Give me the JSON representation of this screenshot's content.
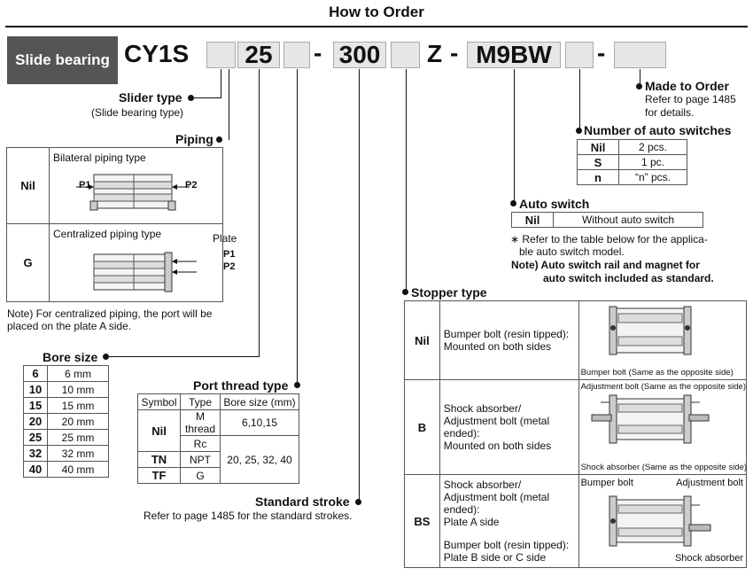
{
  "title": "How to Order",
  "badge": "Slide bearing",
  "code": {
    "series": "CY1S",
    "bore": "25",
    "stroke": "300",
    "z": "Z",
    "switch": "M9BW"
  },
  "slider_type": {
    "label": "Slider type",
    "sub": "(Slide bearing type)"
  },
  "piping": {
    "label": "Piping",
    "rows": [
      {
        "symbol": "Nil",
        "desc": "Bilateral piping type",
        "p1": "P1",
        "p2": "P2"
      },
      {
        "symbol": "G",
        "desc": "Centralized piping type",
        "plate": "Plate",
        "p1": "P1",
        "p2": "P2"
      }
    ],
    "note": "Note) For centralized piping, the port will be placed on the plate A side."
  },
  "bore_size": {
    "label": "Bore size",
    "rows": [
      {
        "symbol": "6",
        "value": "6 mm"
      },
      {
        "symbol": "10",
        "value": "10 mm"
      },
      {
        "symbol": "15",
        "value": "15 mm"
      },
      {
        "symbol": "20",
        "value": "20 mm"
      },
      {
        "symbol": "25",
        "value": "25 mm"
      },
      {
        "symbol": "32",
        "value": "32 mm"
      },
      {
        "symbol": "40",
        "value": "40 mm"
      }
    ]
  },
  "port_thread": {
    "label": "Port thread type",
    "headers": [
      "Symbol",
      "Type",
      "Bore size (mm)"
    ],
    "rows": [
      {
        "symbol": "Nil",
        "type": "M thread",
        "bore": "6,10,15"
      },
      {
        "symbol": "",
        "type": "Rc",
        "bore": "20, 25, 32, 40"
      },
      {
        "symbol": "TN",
        "type": "NPT",
        "bore": ""
      },
      {
        "symbol": "TF",
        "type": "G",
        "bore": ""
      }
    ]
  },
  "standard_stroke": {
    "label": "Standard stroke",
    "sub": "Refer to page 1485 for the standard strokes."
  },
  "made_to_order": {
    "label": "Made to Order",
    "sub1": "Refer to page 1485",
    "sub2": "for details."
  },
  "num_switches": {
    "label": "Number of auto switches",
    "rows": [
      {
        "symbol": "Nil",
        "value": "2 pcs."
      },
      {
        "symbol": "S",
        "value": "1 pc."
      },
      {
        "symbol": "n",
        "value": "“n” pcs."
      }
    ]
  },
  "auto_switch": {
    "label": "Auto switch",
    "rows": [
      {
        "symbol": "Nil",
        "value": "Without auto switch"
      }
    ],
    "note1": "∗ Refer to the table below for the applica-",
    "note2": "ble auto switch model.",
    "note3": "Note) Auto switch rail and magnet for",
    "note4": "auto switch included as standard."
  },
  "stopper": {
    "label": "Stopper type",
    "rows": [
      {
        "symbol": "Nil",
        "desc1": "Bumper bolt (resin tipped):",
        "desc2": "Mounted on both sides",
        "cap1": "Bumper bolt (Same as the opposite side)"
      },
      {
        "symbol": "B",
        "desc1": "Shock absorber/",
        "desc2": "Adjustment bolt (metal ended):",
        "desc3": "Mounted on both sides",
        "cap1": "Adjustment bolt (Same as the opposite side)",
        "cap2": "Shock absorber (Same as the opposite side)"
      },
      {
        "symbol": "BS",
        "desc1": "Shock absorber/",
        "desc2": "Adjustment bolt (metal ended):",
        "desc3": "Plate A side",
        "desc4": "Bumper bolt (resin tipped):",
        "desc5": "Plate B side or C side",
        "cap1": "Bumper bolt",
        "cap2": "Adjustment bolt",
        "cap3": "Shock absorber"
      }
    ]
  }
}
